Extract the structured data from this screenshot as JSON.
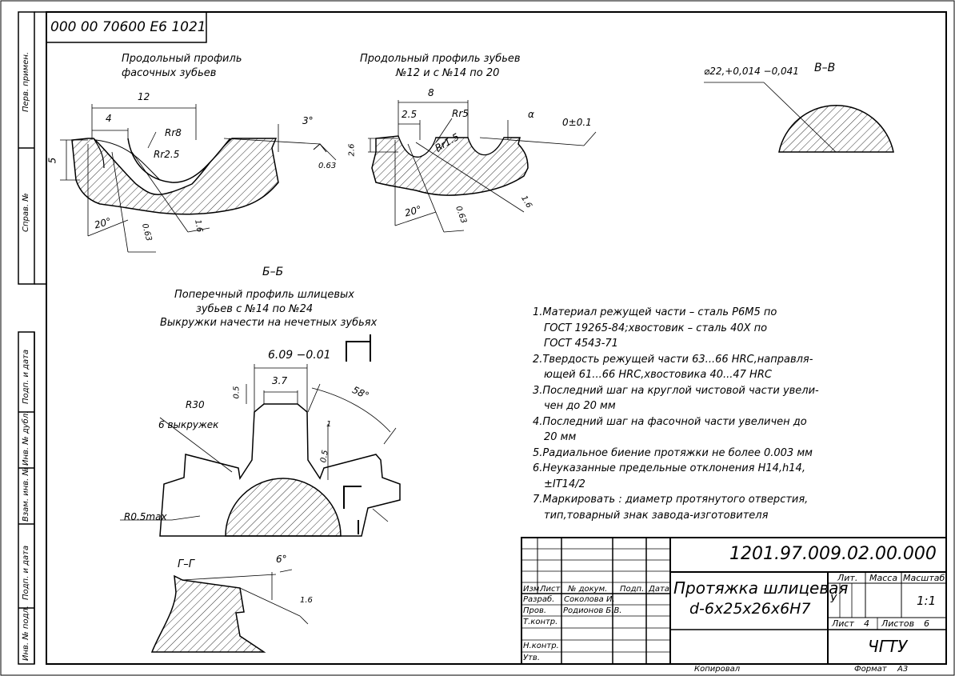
{
  "corner_stamp": "000 00 70600 Е6 1021",
  "side_strip": {
    "labels": [
      "Перв. примен.",
      "Справ. №",
      "Подп. и дата",
      "Инв. № дубл.",
      "Взам. инв. №",
      "Подп. и дата",
      "Инв. № подл."
    ]
  },
  "sections": {
    "longitudinal_chamfer": {
      "title_line1": "Продольный профиль",
      "title_line2": "фасочных зубьев"
    },
    "longitudinal_teeth": {
      "title_line1": "Продольный профиль зубьев",
      "title_line2": "№12 и с №14 по 20"
    },
    "section_vv": {
      "title": "В–В",
      "dimension": "⌀22,+0,014 −0,041"
    },
    "section_bb": {
      "title": "Б–Б",
      "title_line1": "Поперечный профиль шлицевых",
      "title_line2": "зубьев с №14 по №24",
      "title_line3": "Выкружки начести на нечетных зубьях"
    },
    "section_gg": {
      "title": "Г–Г"
    }
  },
  "dimensions": {
    "left": {
      "d12": "12",
      "d4": "4",
      "d5": "5",
      "r8": "Rr8",
      "r25": "Rr2.5",
      "angle3": "3°",
      "rough063": "0.63",
      "angle20": "20°",
      "rough063b": "0.63",
      "rough16": "1.6"
    },
    "mid": {
      "d8": "8",
      "d25": "2.5",
      "r5": "Rr5",
      "r15": "Rr1.5",
      "d26": "2.6",
      "alpha": "α",
      "tol": "0±0.1",
      "angle20": "20°",
      "rough063": "0.63",
      "rough16": "1.6"
    },
    "cross": {
      "width": "6.09 −0.01",
      "inner": "3.7",
      "depth05": "0.5",
      "angle58": "58°",
      "r30": "R30",
      "recess": "6 выкружек",
      "depth05b": "0.5",
      "one": "1",
      "r05": "R0.5max"
    },
    "gg": {
      "angle6": "6°",
      "rough16": "1.6"
    }
  },
  "notes": [
    "1.Материал режущей части – сталь Р6М5 по",
    "ГОСТ 19265-84;хвостовик – сталь 40Х по",
    "ГОСТ 4543-71",
    "2.Твердость режущей части 63...66 HRC,направля-",
    "ющей 61...66 HRC,хвостовика 40...47 HRC",
    "3.Последний шаг на круглой чистовой части увели-",
    "чен до 20 мм",
    "4.Последний шаг на фасочной части увеличен до",
    "20 мм",
    "5.Радиальное биение протяжки не более 0.003 мм",
    "6.Неуказанные предельные отклонения H14,h14,",
    "±IT14/2",
    "7.Маркировать : диаметр протянутого отверстия,",
    "тип,товарный знак завода-изготовителя"
  ],
  "title_block": {
    "doc_number": "1201.97.009.02.00.000",
    "name_line1": "Протяжка шлицевая",
    "name_line2": "d-6x25x26x6H7",
    "headers": {
      "izm": "Изм.",
      "list": "Лист",
      "doc": "№ докум.",
      "sign": "Подп.",
      "date": "Дата"
    },
    "rows": [
      {
        "role": "Разраб.",
        "name": "Соколова И."
      },
      {
        "role": "Пров.",
        "name": "Родионов Б.В."
      },
      {
        "role": "Т.контр.",
        "name": ""
      },
      {
        "role": "",
        "name": ""
      },
      {
        "role": "Н.контр.",
        "name": ""
      },
      {
        "role": "Утв.",
        "name": ""
      }
    ],
    "lit_label": "Лит.",
    "mass_label": "Масса",
    "scale_label": "Масштаб",
    "lit_value": "У",
    "scale_value": "1:1",
    "sheet_label": "Лист",
    "sheet_value": "4",
    "sheets_label": "Листов",
    "sheets_value": "6",
    "org": "ЧГТУ",
    "copied": "Копировал",
    "format_label": "Формат",
    "format_value": "А3"
  }
}
